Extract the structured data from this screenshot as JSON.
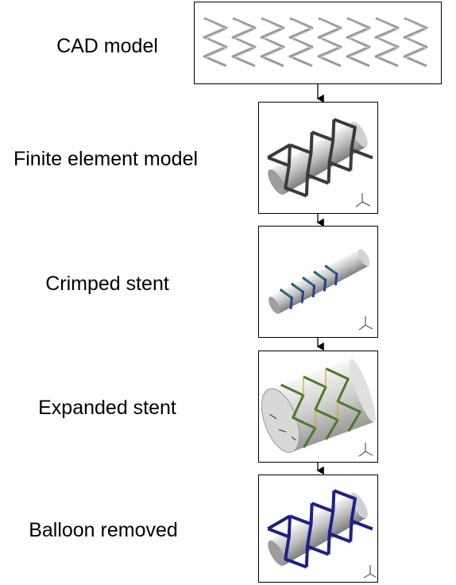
{
  "steps": [
    {
      "label": "CAD model"
    },
    {
      "label": "Finite element model"
    },
    {
      "label": "Crimped stent"
    },
    {
      "label": "Expanded stent"
    },
    {
      "label": "Balloon removed"
    }
  ],
  "colors": {
    "cad_strut": "#9a9a9a",
    "fe_strut": "#3a3a3a",
    "crimped_strut": "#2a3f8f",
    "expanded_strut": "#4a7a2a",
    "removed_strut": "#1f1f8a",
    "cylinder": "#c8c8c8"
  },
  "icons": [
    "arrow-down-icon",
    "axis-triad-icon"
  ]
}
